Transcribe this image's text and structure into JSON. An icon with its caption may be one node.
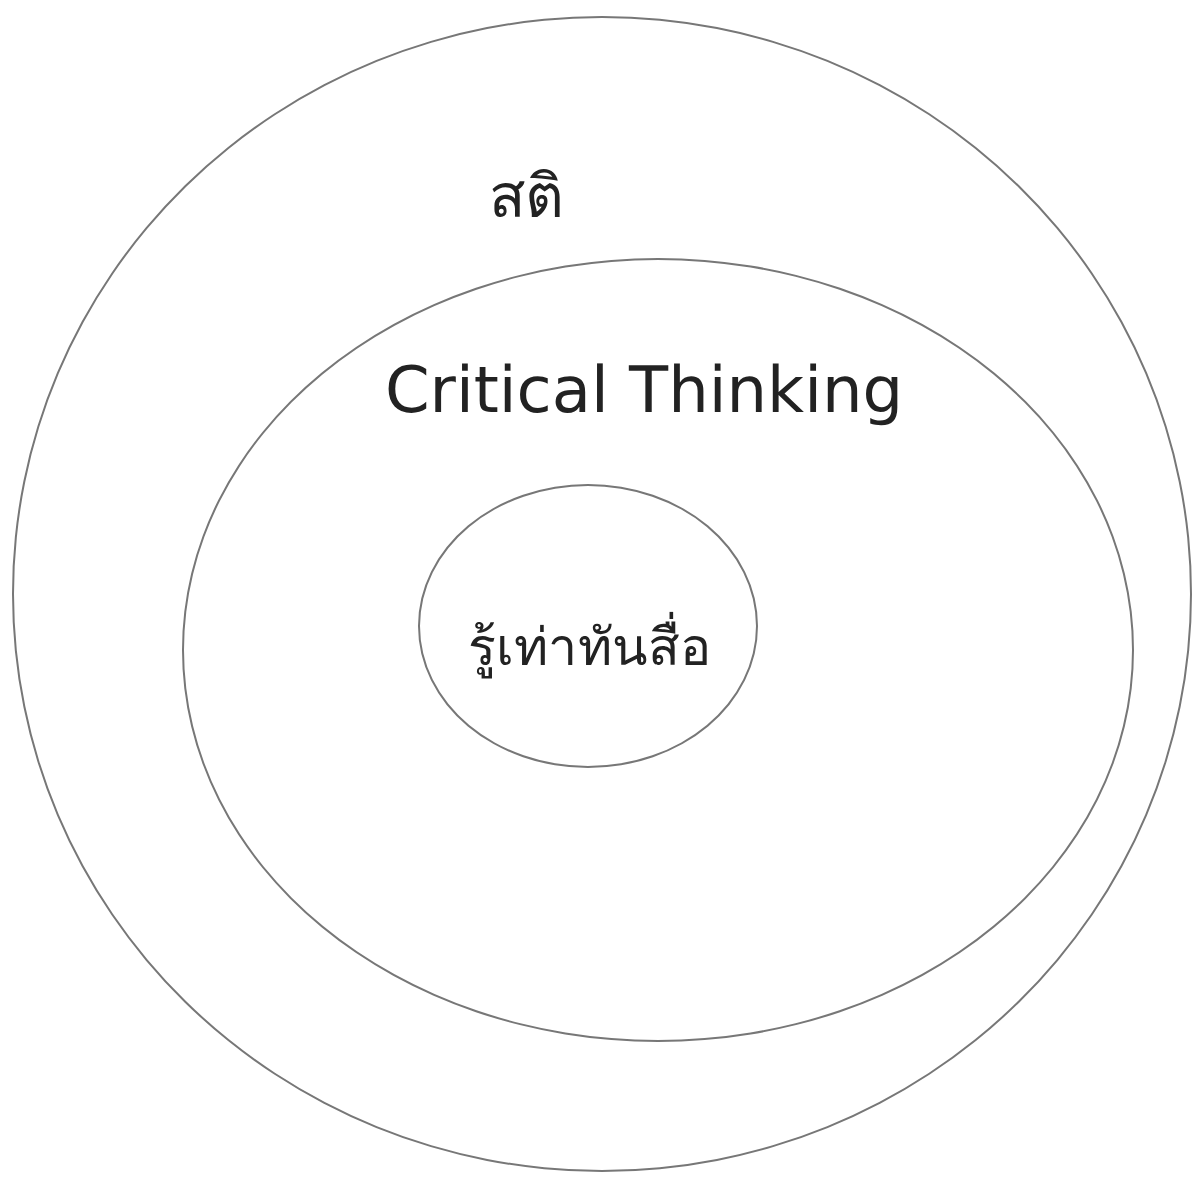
{
  "diagram": {
    "nodes": [
      {
        "text": [
          "สติ"
        ]
      },
      {
        "text": [
          "Critical Thinking"
        ],
        "in": 0
      },
      {
        "text": [
          "รู้เท่าทันสื่อ"
        ],
        "in": 1
      }
    ]
  }
}
